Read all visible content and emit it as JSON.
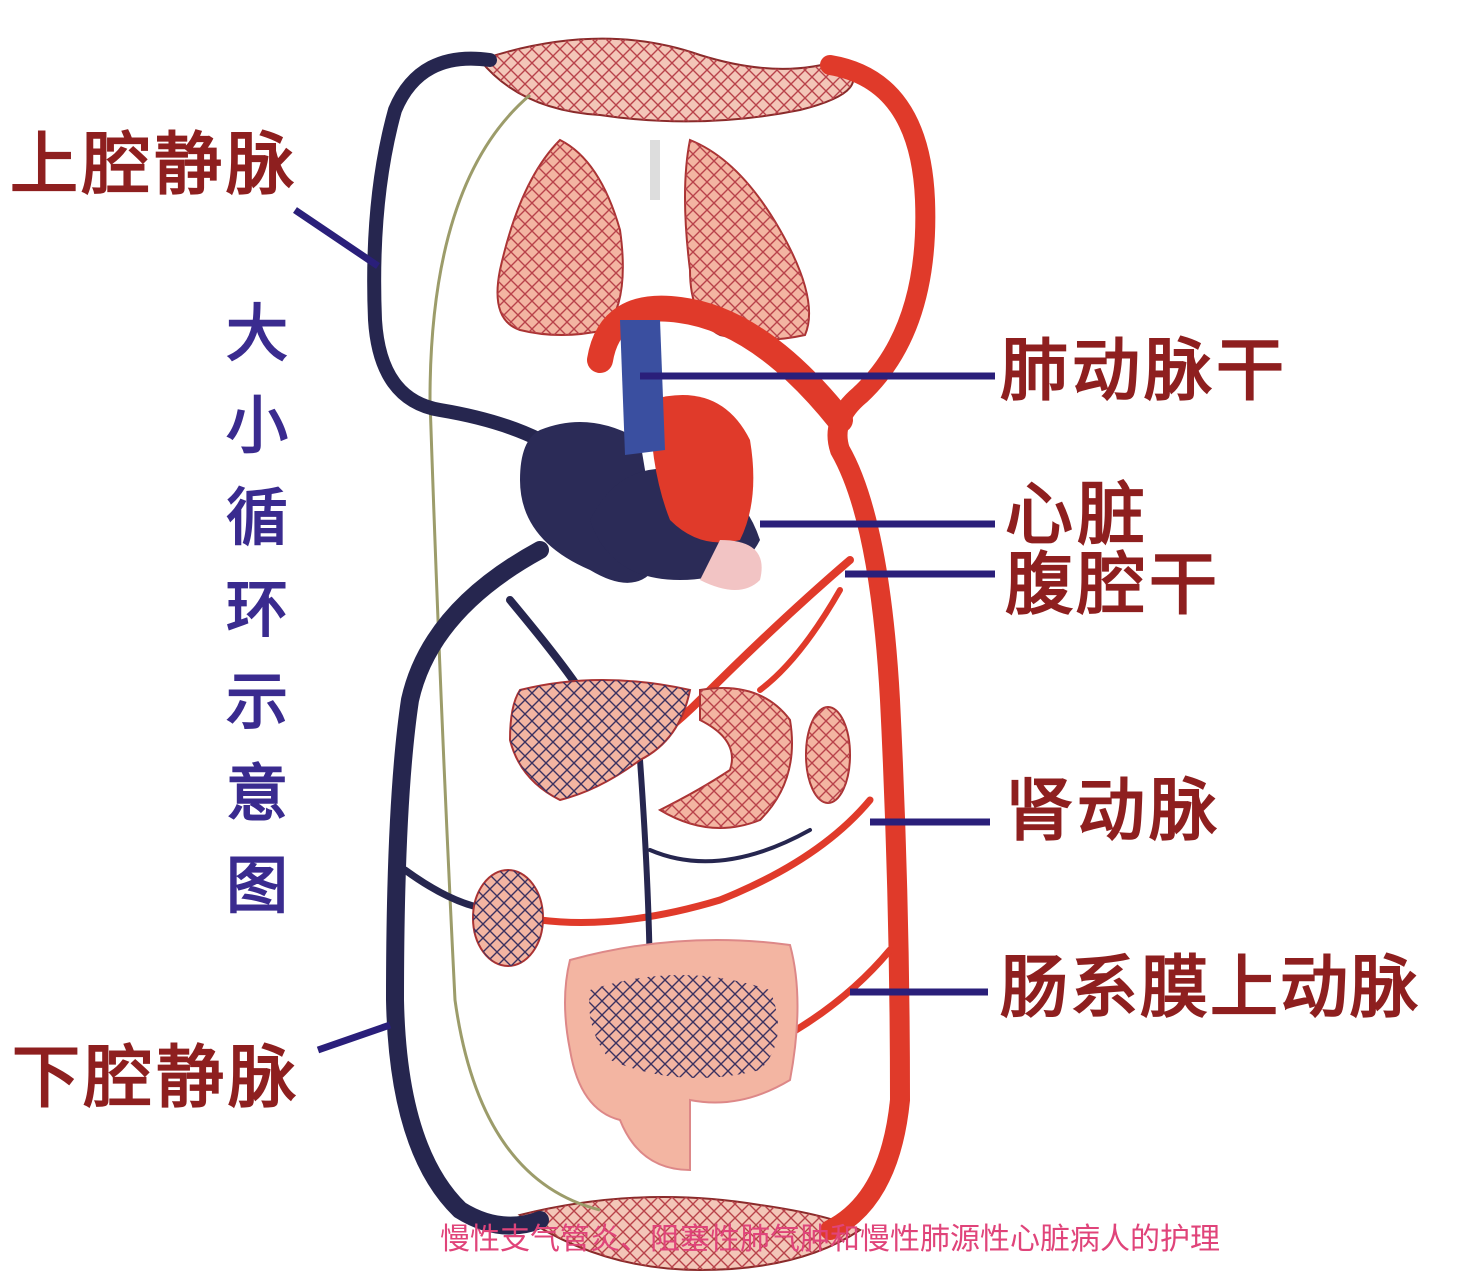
{
  "labels": {
    "svc": "上腔静脉",
    "ivc": "下腔静脉",
    "pulmonary_trunk": "肺动脉干",
    "heart": "心脏",
    "celiac_trunk": "腹腔干",
    "renal_artery": "肾动脉",
    "sma": "肠系膜上动脉"
  },
  "title_vertical": "大小循环示意图",
  "footer": "慢性支气管炎、阻塞性肺气肿和慢性肺源性心脏病人的护理",
  "colors": {
    "artery": "#e03a2a",
    "vein": "#26264f",
    "label_text": "#8e1f1f",
    "leader": "#2a1f7a",
    "title": "#3a2b8f",
    "footer": "#e0447a",
    "organ_fill": "#f3b5a2"
  }
}
